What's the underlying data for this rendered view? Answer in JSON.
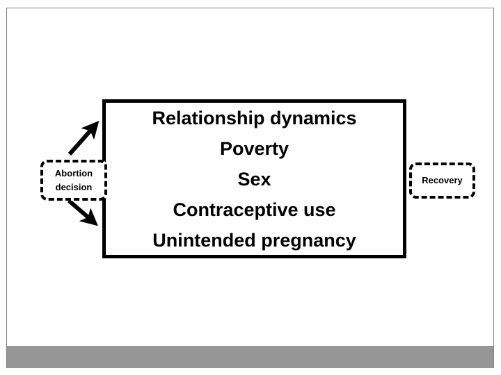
{
  "slide": {
    "background_color": "#ffffff",
    "frame_color": "#828282",
    "footer_band_color": "#969696",
    "outline_color": "#000000"
  },
  "central_box": {
    "name": "central-factors-box",
    "border_style": "solid",
    "lines": [
      "Relationship dynamics",
      "Poverty",
      "Sex",
      "Contraceptive use",
      "Unintended pregnancy"
    ]
  },
  "left_box": {
    "name": "abortion-decision-box",
    "border_style": "dashed",
    "lines": [
      "Abortion",
      "decision"
    ]
  },
  "right_box": {
    "name": "recovery-box",
    "border_style": "dashed",
    "lines": [
      "Recovery"
    ]
  },
  "arrows": [
    {
      "name": "arrow-upper-right",
      "direction": "up-right",
      "from": "abortion-decision-box",
      "to": "central-factors-box"
    },
    {
      "name": "arrow-lower-right",
      "direction": "down-right",
      "from": "abortion-decision-box",
      "to": "central-factors-box"
    }
  ]
}
